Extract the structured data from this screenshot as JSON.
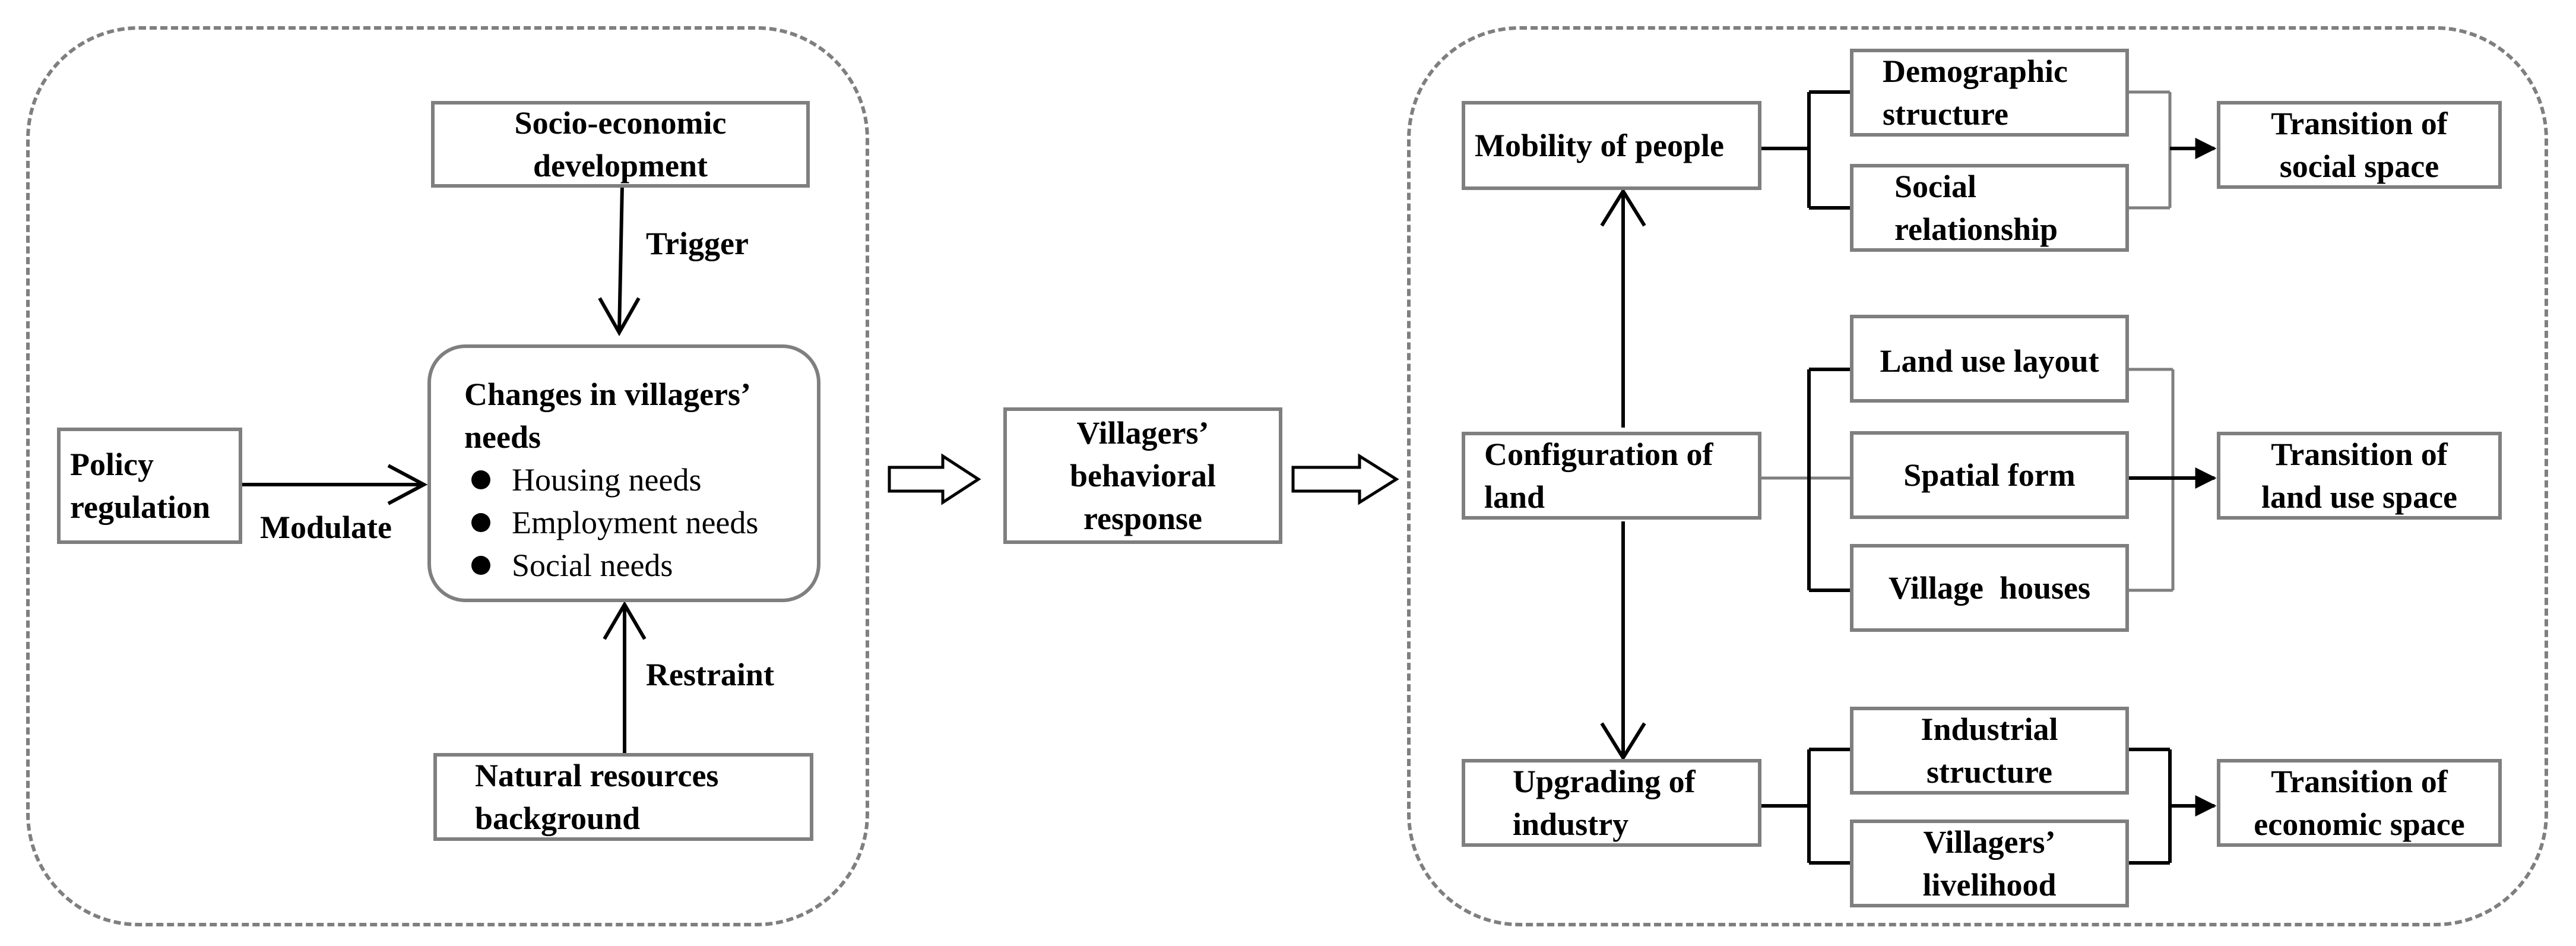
{
  "left_panel": {
    "socio": "Socio-economic development",
    "trigger": "Trigger",
    "policy": "Policy regulation",
    "modulate": "Modulate",
    "needs_title": "Changes in villagers’ needs",
    "needs_items": [
      "Housing needs",
      "Employment needs",
      "Social needs"
    ],
    "restraint": "Restraint",
    "natural": "Natural resources background"
  },
  "middle": {
    "response": "Villagers’ behavioral response"
  },
  "right_panel": {
    "mobility": "Mobility of people",
    "demographic": "Demographic structure",
    "social_rel": "Social relationship",
    "transition_social": "Transition of social space",
    "configuration": "Configuration of land",
    "land_layout": "Land use layout",
    "spatial_form": "Spatial form",
    "village_houses": "Village  houses",
    "transition_land": "Transition of land use space",
    "upgrading": "Upgrading of industry",
    "industrial": "Industrial structure",
    "livelihood": "Villagers’ livelihood",
    "transition_economic": "Transition of economic space"
  },
  "colors": {
    "box_border": "#7f7f7f",
    "panel_border": "#7f7f7f",
    "arrow": "#000000"
  }
}
